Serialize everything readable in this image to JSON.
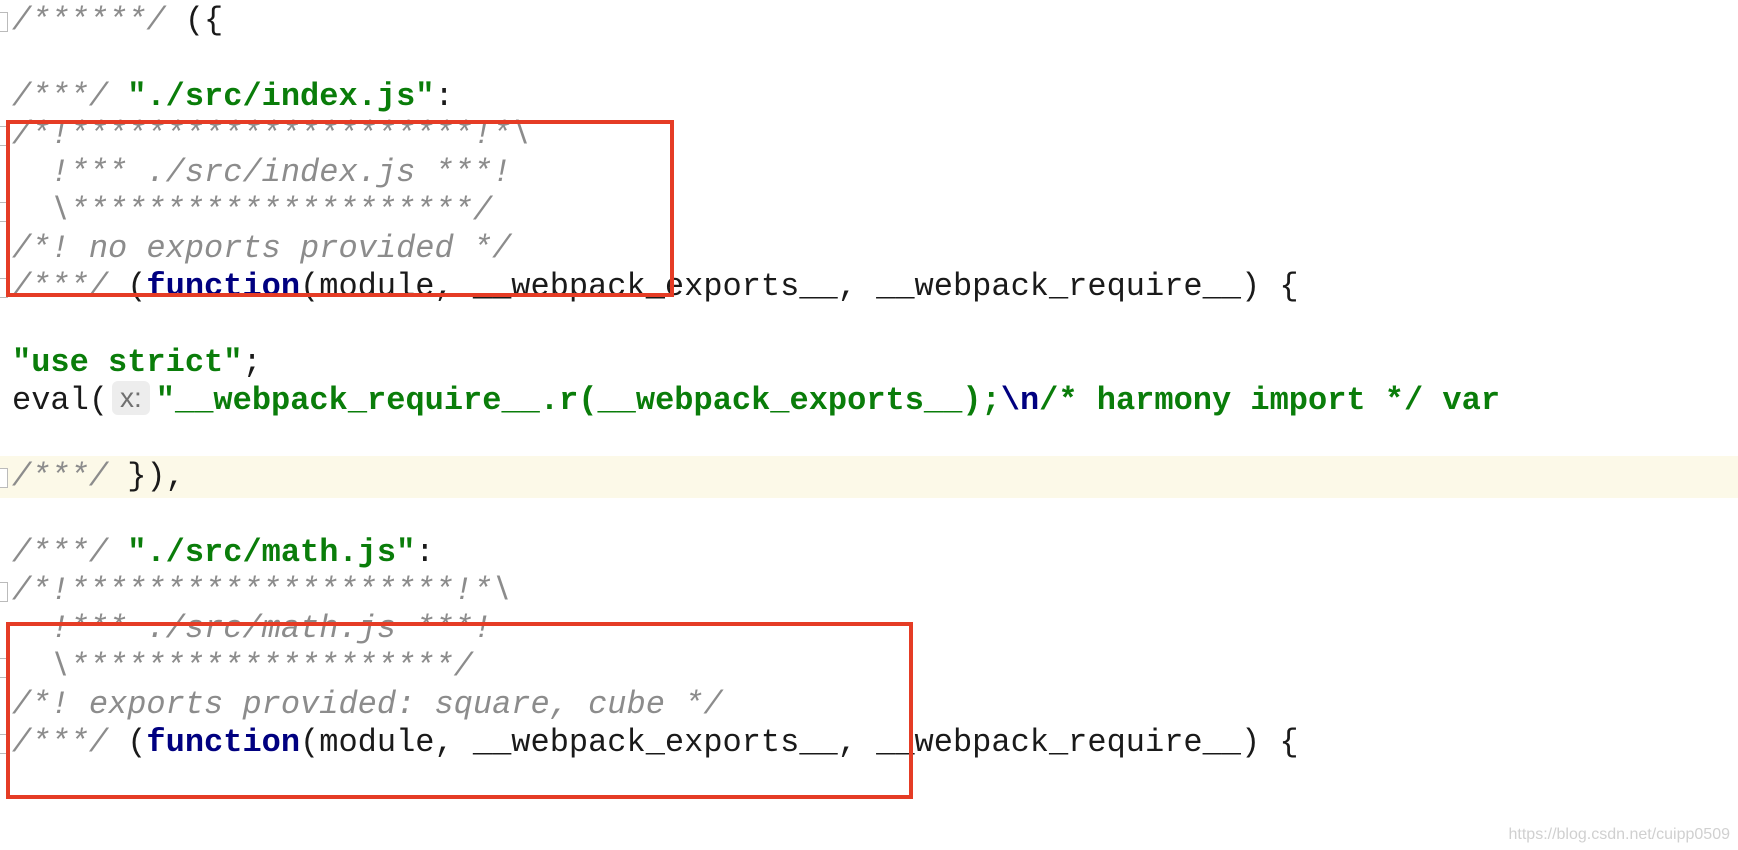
{
  "editor": {
    "lines": {
      "l1": {
        "c1": "/******/",
        "p1": " ({"
      },
      "l3": {
        "c1": "/***/",
        "s1": " \"./src/index.js\"",
        "p1": ":"
      },
      "l4": {
        "c1": "/*!*********************!*\\"
      },
      "l5": {
        "c1": "  !*** ./src/index.js ***!"
      },
      "l6": {
        "c1": "  \\*********************/"
      },
      "l7": {
        "c1": "/*! no exports provided */"
      },
      "l8": {
        "c1": "/***/",
        "p1": " (",
        "k1": "function",
        "p2": "(module, __webpack_exports__, __webpack_require__) {"
      },
      "l10": {
        "s1": "\"use strict\"",
        "p1": ";"
      },
      "l11": {
        "p1": "eval(",
        "hint": "x:",
        "s1": "\"__webpack_require__.r(__webpack_exports__);",
        "e1": "\\n",
        "s2": "/* harmony import */ var"
      },
      "l13": {
        "c1": "/***/",
        "p1": " }),"
      },
      "l15": {
        "c1": "/***/",
        "s1": " \"./src/math.js\"",
        "p1": ":"
      },
      "l16": {
        "c1": "/*!********************!*\\"
      },
      "l17": {
        "c1": "  !*** ./src/math.js ***!"
      },
      "l18": {
        "c1": "  \\********************/"
      },
      "l19": {
        "c1": "/*! exports provided: square, cube */"
      },
      "l20": {
        "c1": "/***/",
        "p1": " (",
        "k1": "function",
        "p2": "(module, __webpack_exports__, __webpack_require__) {"
      }
    }
  },
  "watermark": "https://blog.csdn.net/cuipp0509",
  "colors": {
    "comment": "#8c8c8c",
    "string": "#0a7d0a",
    "keyword": "#000080",
    "highlight_box": "#e53c25",
    "current_line": "#fcf9e8"
  }
}
